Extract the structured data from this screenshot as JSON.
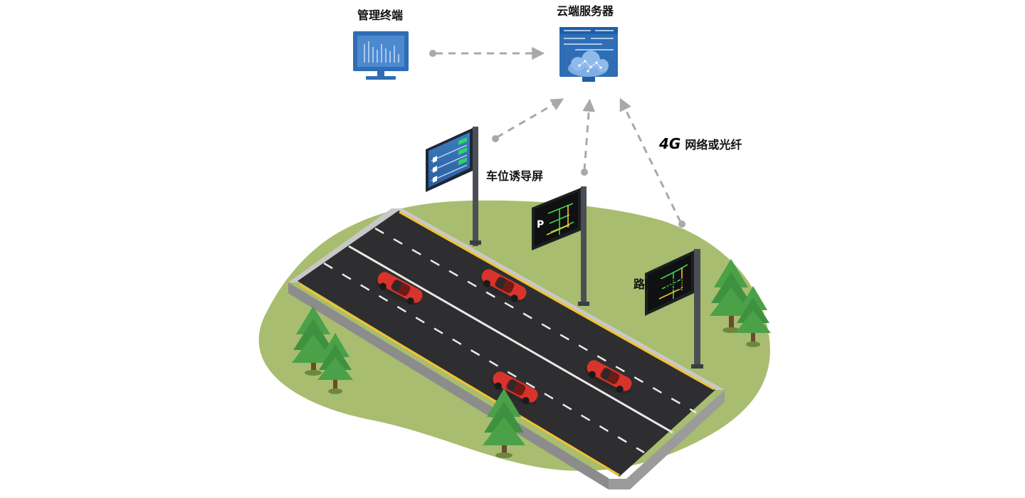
{
  "labels": {
    "management_terminal": "管理终端",
    "cloud_server": "云端服务器",
    "network": "网络或光纤",
    "network_badge": "4G",
    "parking_guidance_screen": "车位诱导屏",
    "road_guidance_screen": "路网诱导屏"
  },
  "colors": {
    "device_blue": "#2f6db5",
    "cloud_blue": "#1f5ea8",
    "grass": "#a8bd6f",
    "grass_dark": "#7d9646",
    "asphalt": "#2e2e30",
    "curb": "#b9b9b9",
    "yellow_line": "#f2c230",
    "car_red": "#d9342b",
    "tree_green": "#4aa148",
    "tree_dark": "#2f7a33",
    "trunk": "#6b4a2b",
    "arrow_gray": "#a9a9a9",
    "pole": "#4b4f55"
  },
  "icons": [
    "monitor-icon",
    "server-icon",
    "cloud-icon",
    "signal-icon"
  ]
}
